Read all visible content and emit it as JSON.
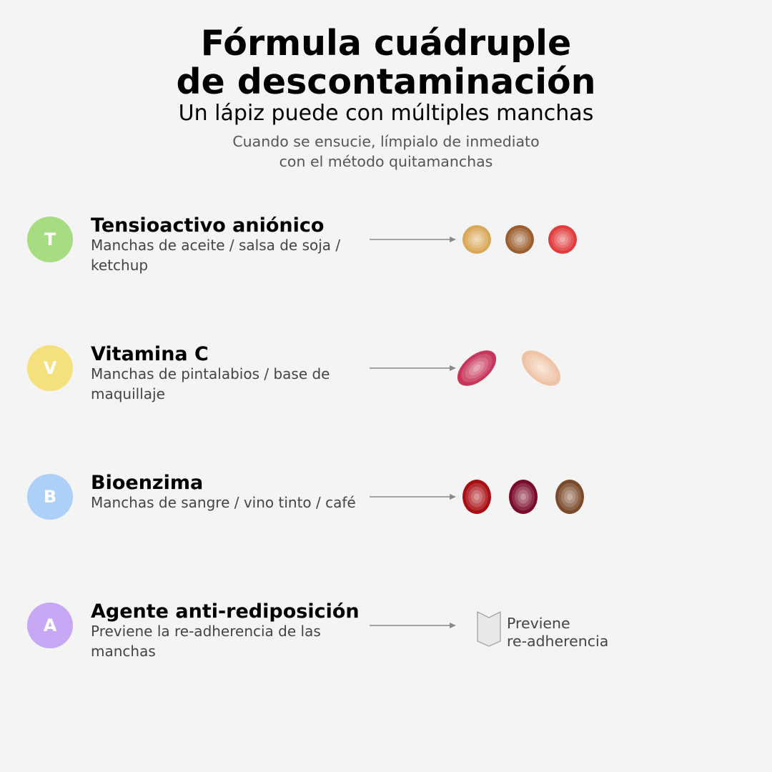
{
  "header": {
    "title_line1": "Fórmula cuádruple",
    "title_line2": "de descontaminación",
    "subtitle": "Un lápiz puede con múltiples manchas",
    "note_line1": "Cuando se ensucie, límpialo de inmediato",
    "note_line2": "con el método quitamanchas"
  },
  "rows": [
    {
      "letter": "T",
      "badge_color": "#a8dc83",
      "title": "Tensioactivo aniónico",
      "description": "Manchas de aceite / salsa de soja / ketchup",
      "stains": [
        {
          "name": "aceite",
          "color": "#d9a857",
          "shape": "round"
        },
        {
          "name": "salsa de soja",
          "color": "#9b5e2e",
          "shape": "round"
        },
        {
          "name": "ketchup",
          "color": "#e23b3b",
          "shape": "round"
        }
      ]
    },
    {
      "letter": "V",
      "badge_color": "#f4e07c",
      "title": "Vitamina C",
      "description": "Manchas de pintalabios / base de maquillaje",
      "stains": [
        {
          "name": "pintalabios",
          "color": "#c7365a",
          "shape": "smear"
        },
        {
          "name": "base de maquillaje",
          "color": "#efc3a6",
          "shape": "smear"
        }
      ]
    },
    {
      "letter": "B",
      "badge_color": "#acd0f7",
      "title": "Bioenzima",
      "description": "Manchas de sangre / vino tinto / café",
      "stains": [
        {
          "name": "sangre",
          "color": "#a80d12",
          "shape": "oval"
        },
        {
          "name": "vino tinto",
          "color": "#7a0a2a",
          "shape": "oval"
        },
        {
          "name": "café",
          "color": "#7a4a2a",
          "shape": "oval"
        }
      ]
    },
    {
      "letter": "A",
      "badge_color": "#c7a8f5",
      "title": "Agente anti-rediposición",
      "description": "Previene la re-adherencia de las manchas",
      "shield_label_line1": "Previene",
      "shield_label_line2": "re-adherencia"
    }
  ],
  "colors": {
    "background": "#f4f4f4",
    "arrow": "#888888",
    "shield_fill": "#e8e8e8",
    "shield_stroke": "#999999"
  }
}
